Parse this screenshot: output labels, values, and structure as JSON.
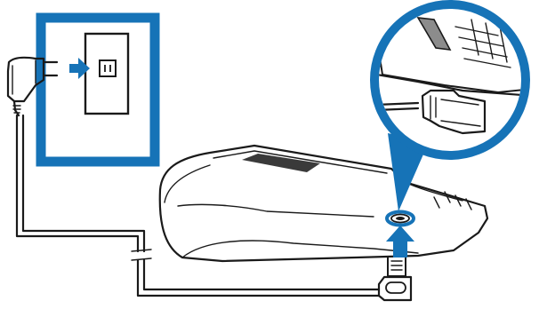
{
  "colors": {
    "accent_blue": "#1673b7",
    "line": "#1a1a1a",
    "background": "#ffffff",
    "device_gray": "#8c8c8c",
    "screen_dark": "#3a3a3a"
  },
  "panels": {
    "wall_outlet_callout": {
      "icon": "wall-outlet-icon",
      "arrow": "blue-right-arrow"
    },
    "port_zoom_callout": {
      "icon": "magnified-usb-port",
      "shape": "circle-with-pointer"
    }
  },
  "components": {
    "power_plug": {
      "icon": "power-plug-icon"
    },
    "cable": {
      "icon": "power-cable",
      "break_marks": 2
    },
    "connector": {
      "icon": "usb-connector-icon"
    },
    "terminal": {
      "icon": "payment-terminal-side-view"
    },
    "insert_arrow": {
      "icon": "blue-up-arrow"
    }
  }
}
